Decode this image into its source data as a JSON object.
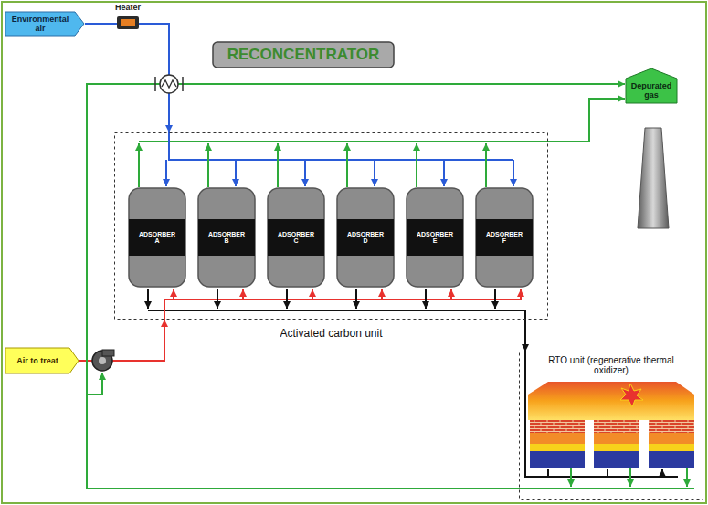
{
  "diagram": {
    "nodes": [
      {
        "text": [
          "RECONCENTRATOR"
        ]
      },
      {
        "text": [
          "Environmental air"
        ]
      },
      {
        "text": [
          "Depurated gas"
        ]
      },
      {
        "text": [
          "Activated carbon unit"
        ]
      },
      {
        "text": [
          "ADSORBER A"
        ],
        "in": 3
      },
      {
        "text": [
          "ADSORBER B"
        ],
        "in": 3
      },
      {
        "text": [
          "ADSORBER C"
        ],
        "in": 3
      },
      {
        "text": [
          "ADSORBER D"
        ],
        "in": 3
      },
      {
        "text": [
          "ADSORBER E"
        ],
        "in": 3
      },
      {
        "text": [
          "ADSORBER F"
        ],
        "in": 3
      },
      {
        "text": [
          "Air to treat"
        ]
      },
      {
        "text": [
          "RTO unit (regenerative thermal oxidizer)"
        ]
      }
    ],
    "edges": [
      {
        "from": 1,
        "to": 3,
        "arrow": "to"
      },
      {
        "from": 10,
        "to": 3,
        "arrow": "to"
      },
      {
        "from": 3,
        "to": 11,
        "arrow": "to"
      },
      {
        "from": 3,
        "to": 2,
        "arrow": "to"
      },
      {
        "from": 11,
        "to": 2,
        "arrow": "to"
      }
    ],
    "labels": [
      "Heater"
    ]
  }
}
